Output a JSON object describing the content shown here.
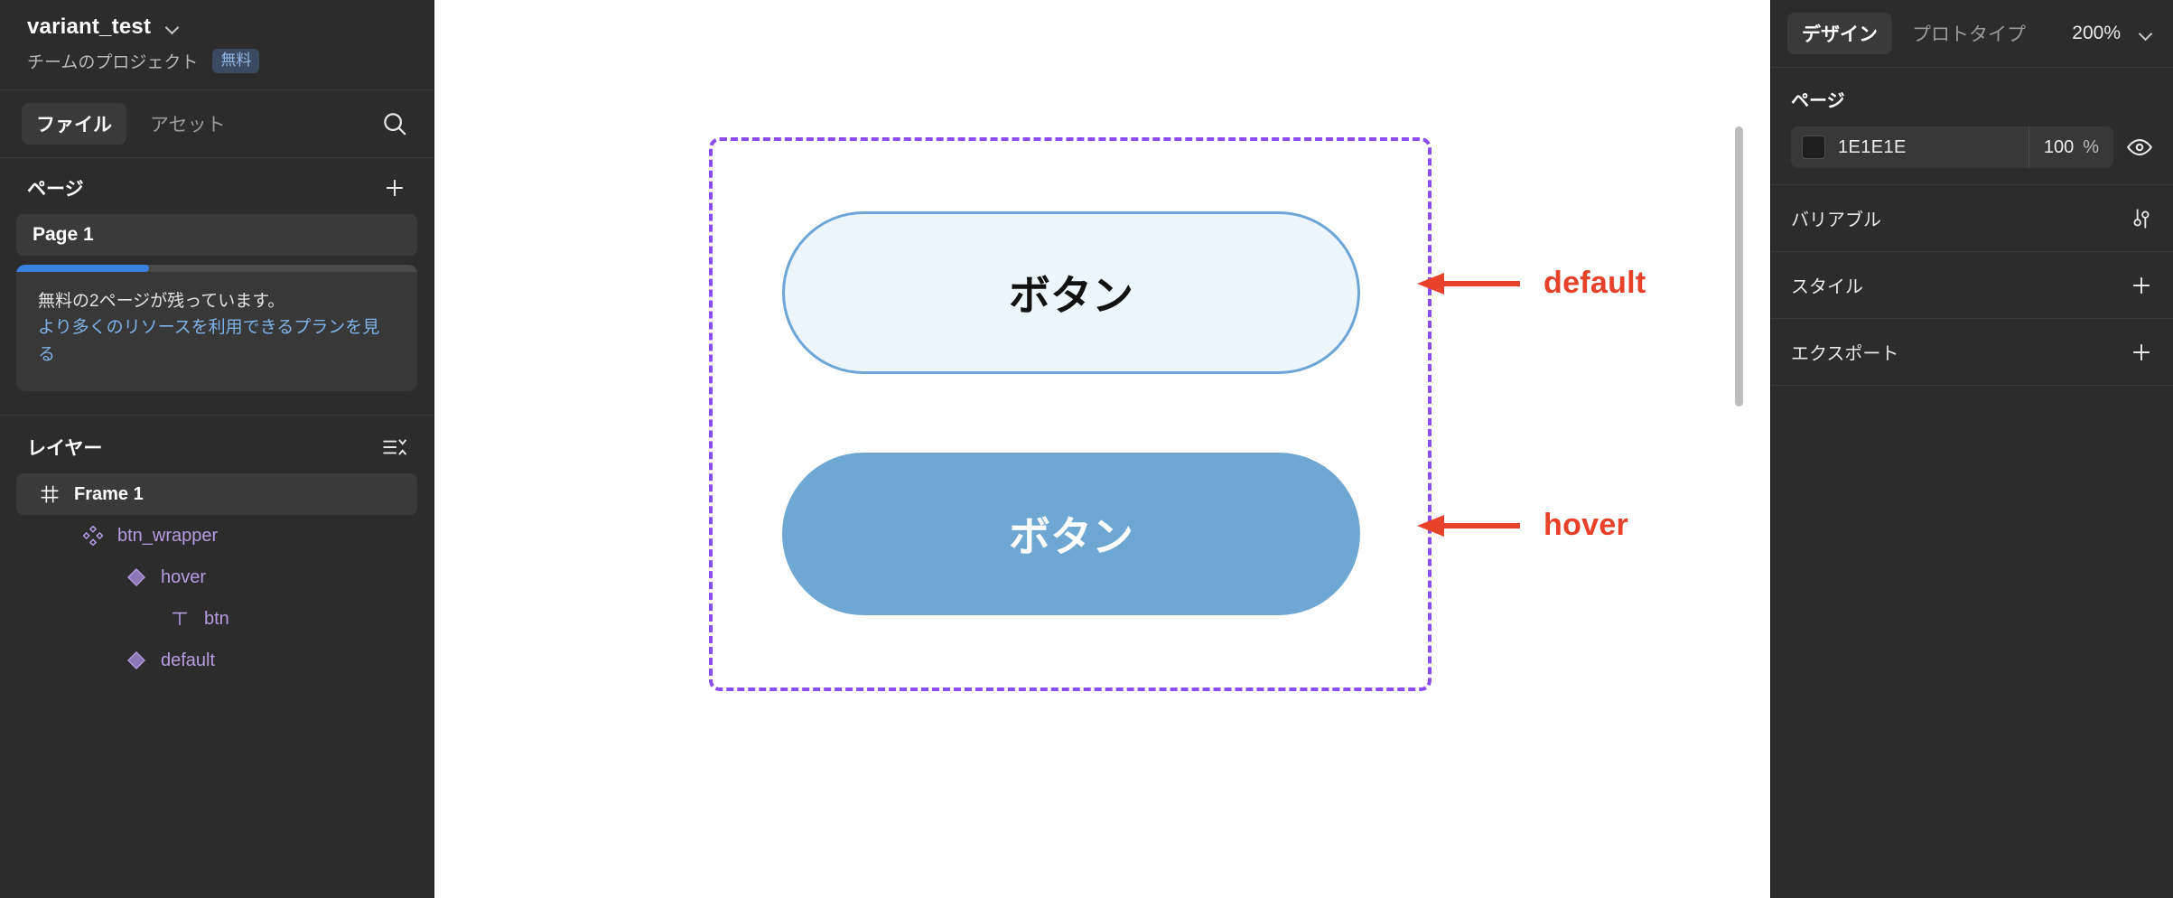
{
  "sidebar": {
    "file_title": "variant_test",
    "project_subtitle": "チームのプロジェクト",
    "plan_badge": "無料",
    "tabs": [
      {
        "label": "ファイル",
        "active": true
      },
      {
        "label": "アセット",
        "active": false
      }
    ],
    "search_icon": "search-icon",
    "pages_section": {
      "title": "ページ",
      "add_icon": "plus-icon",
      "items": [
        {
          "label": "Page 1",
          "selected": true
        }
      ]
    },
    "plan_card": {
      "progress_percent": 33,
      "notice": "無料の2ページが残っています。",
      "link_text": "より多くのリソースを利用できるプランを見る"
    },
    "layers_section": {
      "title": "レイヤー",
      "sort_icon": "sort-icon",
      "items": [
        {
          "label": "Frame 1",
          "icon": "frame-icon",
          "depth": 1,
          "kind": "frame",
          "selected": true
        },
        {
          "label": "btn_wrapper",
          "icon": "component-icon",
          "depth": 2,
          "kind": "component",
          "selected": false
        },
        {
          "label": "hover",
          "icon": "instance-icon",
          "depth": 3,
          "kind": "component",
          "selected": false
        },
        {
          "label": "btn",
          "icon": "text-icon",
          "depth": 4,
          "kind": "component",
          "selected": false
        },
        {
          "label": "default",
          "icon": "instance-icon",
          "depth": 3,
          "kind": "component",
          "selected": false
        }
      ]
    }
  },
  "canvas": {
    "frame_border_color": "#8B4DF0",
    "buttons": [
      {
        "label": "ボタン",
        "state": "default",
        "fill": "#EDF5FD",
        "stroke": "#6CA6D6",
        "text_color": "#121212"
      },
      {
        "label": "ボタン",
        "state": "hover",
        "fill": "#6FA7D3",
        "stroke": "none",
        "text_color": "#FFFFFF"
      }
    ],
    "annotations": [
      {
        "label": "default",
        "color": "#E8412A",
        "arrow_icon": "left-arrow-icon"
      },
      {
        "label": "hover",
        "color": "#E8412A",
        "arrow_icon": "left-arrow-icon"
      }
    ],
    "scrollbar": "vertical-scrollbar"
  },
  "right_panel": {
    "tabs": [
      {
        "label": "デザイン",
        "active": true
      },
      {
        "label": "プロトタイプ",
        "active": false
      }
    ],
    "zoom_level": "200%",
    "page_section": {
      "title": "ページ",
      "fill_hex": "1E1E1E",
      "fill_swatch_color": "#1E1E1E",
      "opacity_value": "100",
      "opacity_unit": "%",
      "visibility_icon": "eye-icon"
    },
    "rows": [
      {
        "label": "バリアブル",
        "icon": "sliders-icon"
      },
      {
        "label": "スタイル",
        "icon": "plus-icon"
      },
      {
        "label": "エクスポート",
        "icon": "plus-icon"
      }
    ]
  }
}
